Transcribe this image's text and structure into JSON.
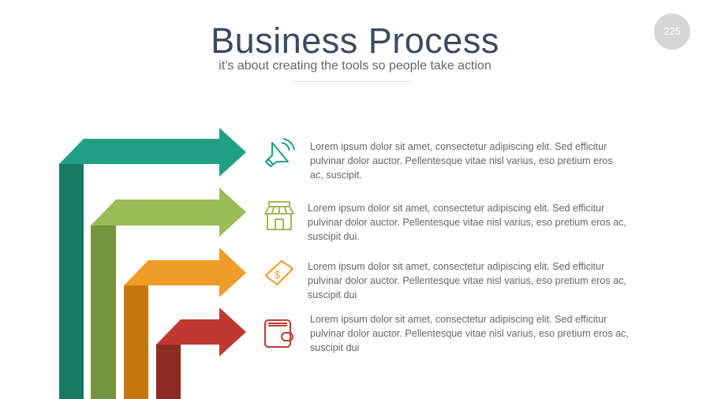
{
  "header": {
    "title": "Business Process",
    "subtitle": "it’s about creating the tools so people take action",
    "page_number": "225"
  },
  "items": [
    {
      "icon": "megaphone-icon",
      "color": "#1fa084",
      "text": "Lorem ipsum dolor sit amet, consectetur adipiscing elit. Sed efficitur pulvinar dolor auctor. Pellentesque vitae nisl varius, eso pretium eros ac, suscipit."
    },
    {
      "icon": "store-icon",
      "color": "#9bbb59",
      "text": "Lorem ipsum dolor sit amet, consectetur adipiscing elit. Sed efficitur pulvinar dolor auctor. Pellentesque vitae nisl varius, eso pretium eros ac, suscipit dui."
    },
    {
      "icon": "money-bill-icon",
      "color": "#f09c28",
      "text": "Lorem ipsum dolor sit amet, consectetur adipiscing elit. Sed efficitur pulvinar dolor auctor. Pellentesque vitae nisl varius, eso pretium eros ac, suscipit dui"
    },
    {
      "icon": "wallet-icon",
      "color": "#be3a30",
      "text": "Lorem ipsum dolor sit amet, consectetur adipiscing elit. Sed efficitur pulvinar dolor auctor. Pellentesque vitae nisl varius, eso pretium eros ac, suscipit dui"
    }
  ]
}
